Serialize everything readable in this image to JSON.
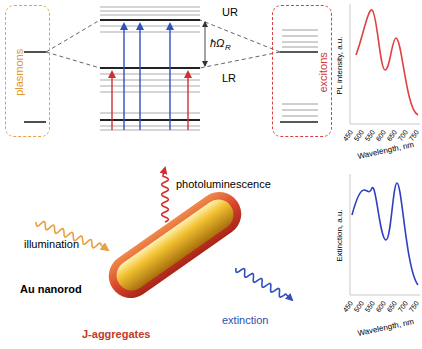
{
  "diagram": {
    "nodes": [
      {
        "text": [
          "plasmons"
        ]
      },
      {
        "text": [
          "excitons"
        ]
      }
    ],
    "labels": [
      "UR",
      "LR",
      "ħΩ",
      "R",
      "photoluminescence",
      "illumination",
      "Au nanorod",
      "J-aggregates",
      "extinction",
      "PL intensity, a.u.",
      "Wavelength, nm",
      "450",
      "500",
      "550",
      "600",
      "650",
      "700",
      "750",
      "Extinction, a.u.",
      "Wavelength, nm",
      "450",
      "500",
      "550",
      "600",
      "650",
      "700",
      "750"
    ]
  }
}
